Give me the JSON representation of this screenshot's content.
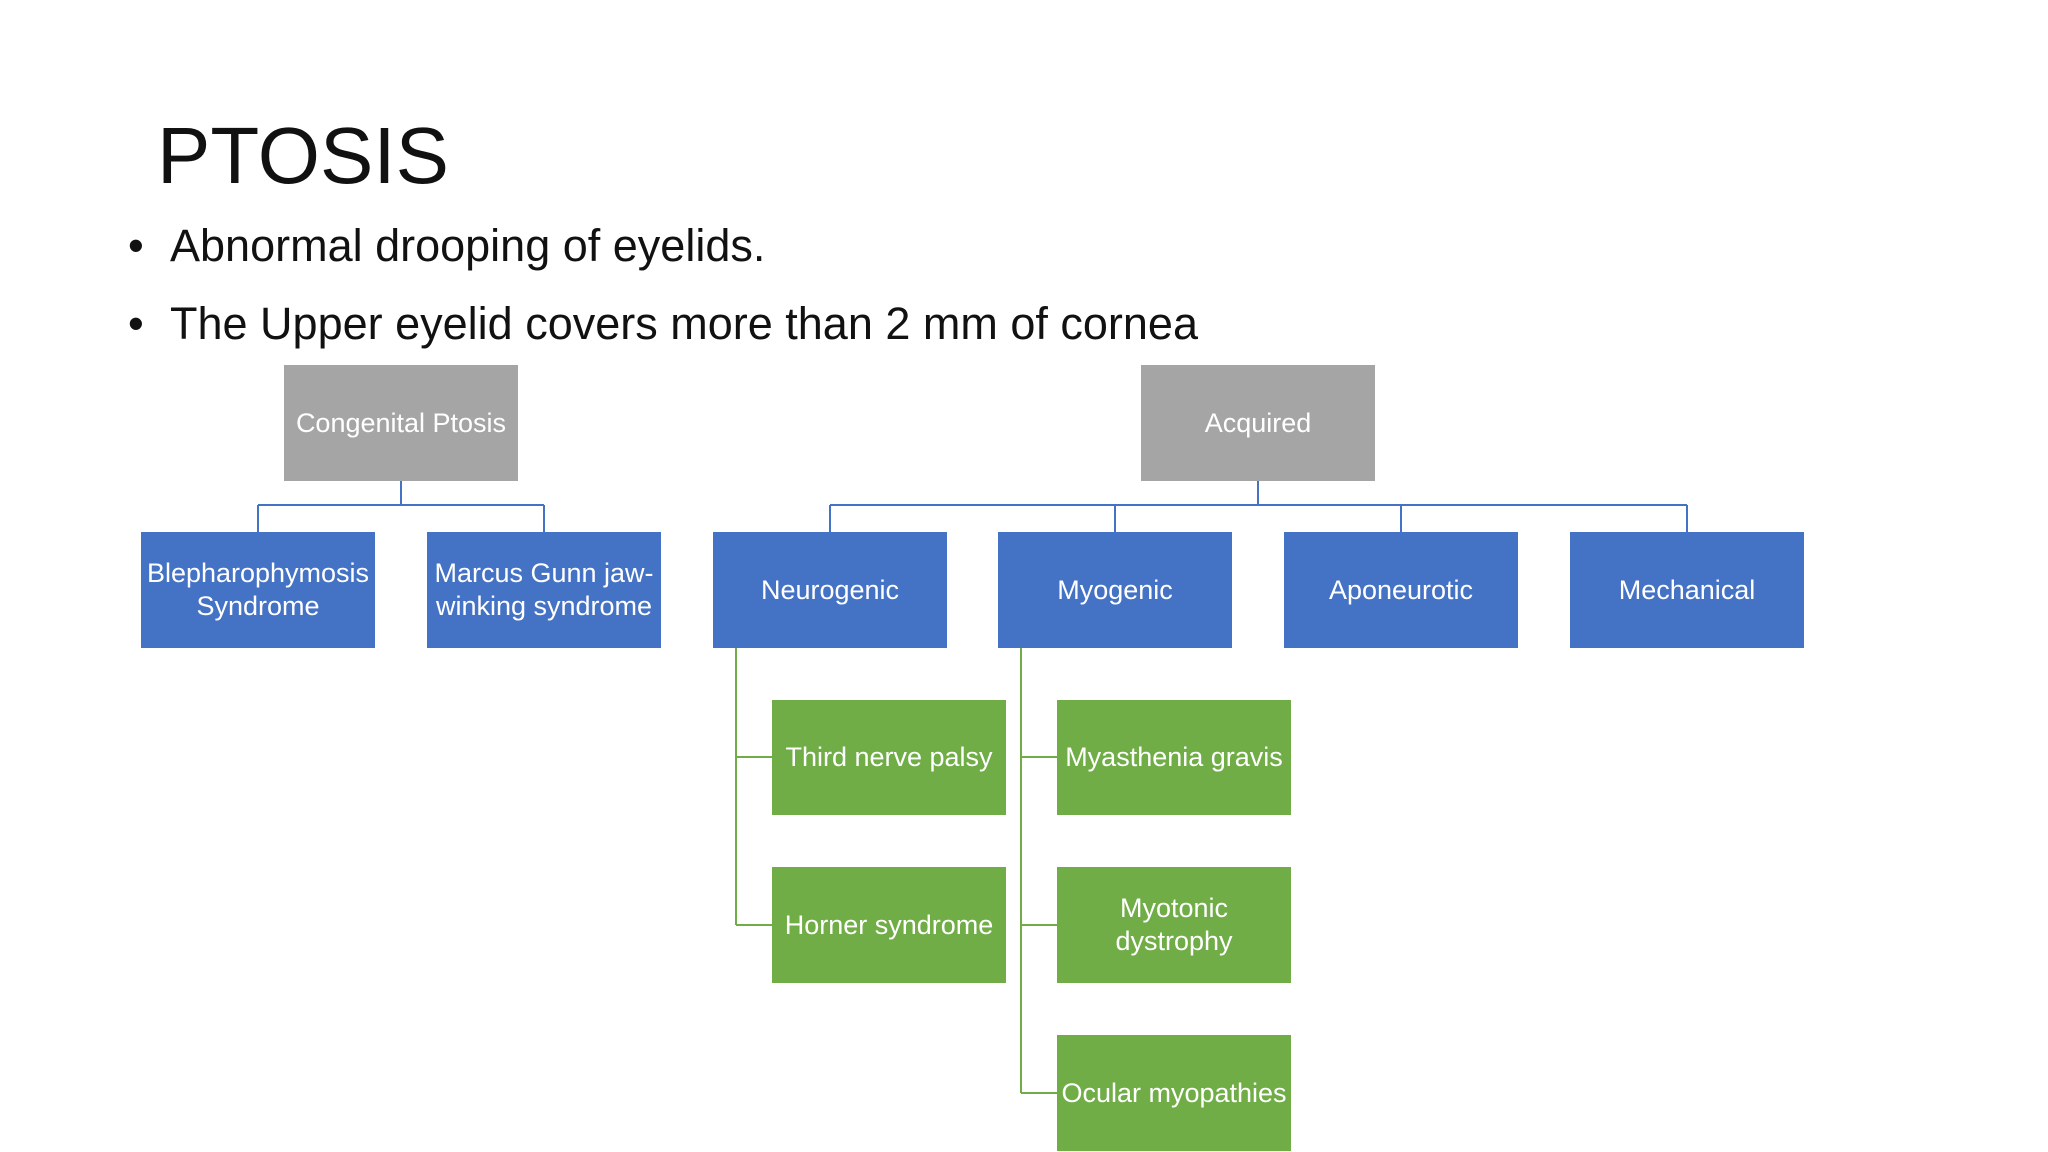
{
  "slide": {
    "title": "PTOSIS",
    "bullets": [
      "Abnormal drooping of eyelids.",
      "The Upper eyelid covers more than 2 mm of cornea"
    ]
  },
  "diagram": {
    "colors": {
      "category": "#a5a5a5",
      "type": "#4472c4",
      "cause": "#70ad47",
      "connector_blue": "#4472c4",
      "connector_green": "#70ad47"
    },
    "congenital": {
      "label": "Congenital Ptosis",
      "children": [
        "Blepharophymosis Syndrome",
        "Marcus Gunn jaw-winking syndrome"
      ]
    },
    "acquired": {
      "label": "Acquired",
      "children": [
        {
          "label": "Neurogenic",
          "children": [
            "Third nerve palsy",
            "Horner syndrome"
          ]
        },
        {
          "label": "Myogenic",
          "children": [
            "Myasthenia gravis",
            "Myotonic dystrophy",
            "Ocular myopathies"
          ]
        },
        {
          "label": "Aponeurotic",
          "children": []
        },
        {
          "label": "Mechanical",
          "children": []
        }
      ]
    }
  }
}
